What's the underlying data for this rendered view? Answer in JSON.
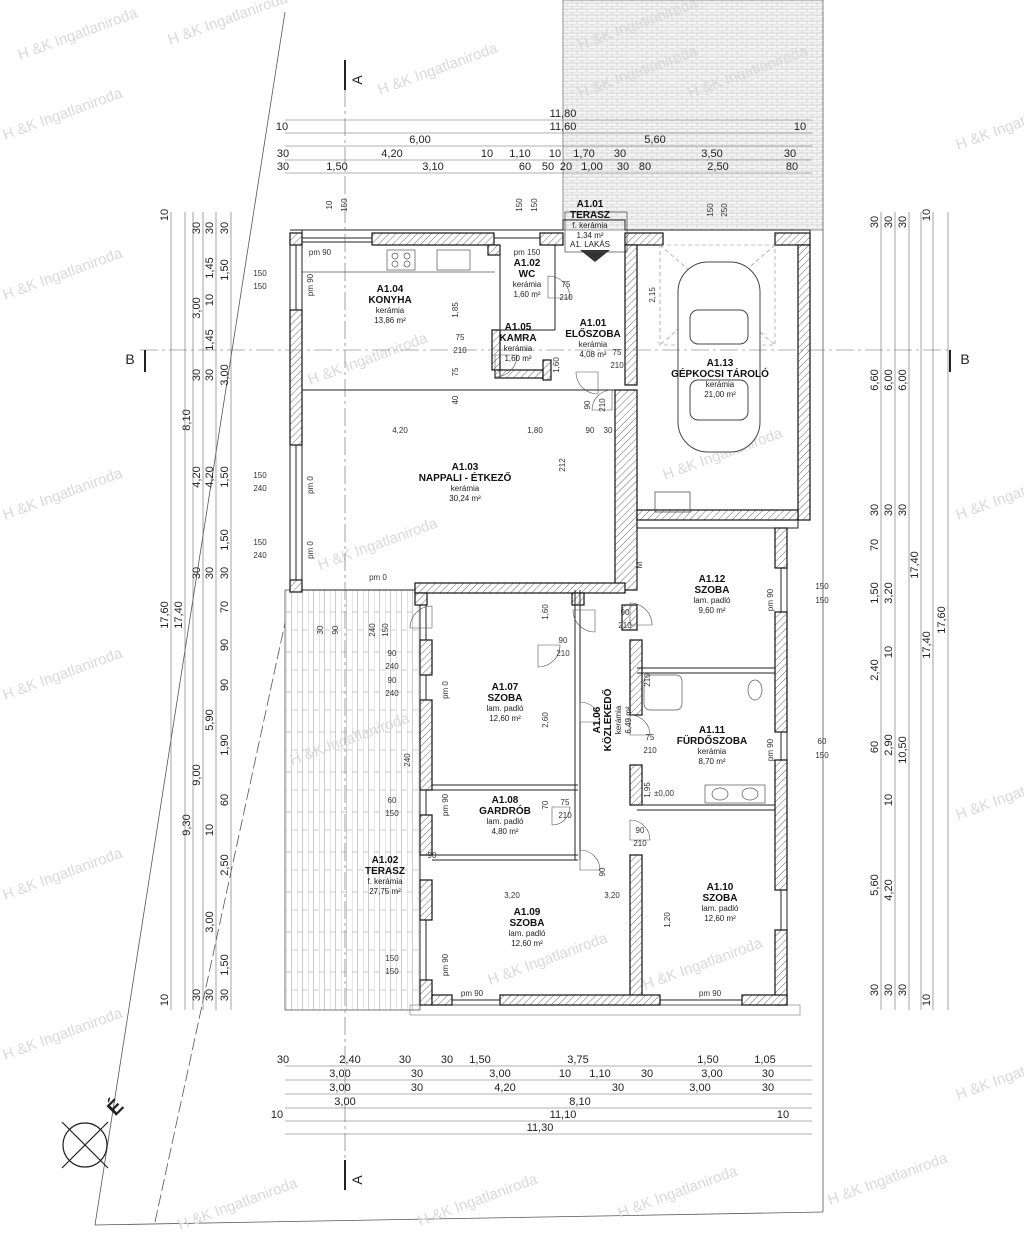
{
  "watermark": "H &K Ingatlaniroda",
  "axes": {
    "a_top": "A",
    "a_bottom": "A",
    "b_left": "B",
    "b_right": "B",
    "north": "É"
  },
  "rooms": [
    {
      "id": "A1.01",
      "name": "TERASZ",
      "floor": "f. kerámia",
      "area": "1,34 m²",
      "note": "A1. LAKÁS"
    },
    {
      "id": "A1.02",
      "name": "WC",
      "floor": "kerámia",
      "area": "1,60 m²"
    },
    {
      "id": "A1.04",
      "name": "KONYHA",
      "floor": "kerámia",
      "area": "13,86 m²"
    },
    {
      "id": "A1.05",
      "name": "KAMRA",
      "floor": "kerámia",
      "area": "1,60 m²"
    },
    {
      "id": "A1.01",
      "name": "ELŐSZOBA",
      "floor": "kerámia",
      "area": "4,08 m²"
    },
    {
      "id": "A1.13",
      "name": "GÉPKOCSI TÁROLÓ",
      "floor": "kerámia",
      "area": "21,00 m²"
    },
    {
      "id": "A1.03",
      "name": "NAPPALI - ÉTKEZŐ",
      "floor": "kerámia",
      "area": "30,24 m²"
    },
    {
      "id": "A1.12",
      "name": "SZOBA",
      "floor": "lam. padló",
      "area": "9,60 m²"
    },
    {
      "id": "A1.07",
      "name": "SZOBA",
      "floor": "lam. padló",
      "area": "12,60 m²"
    },
    {
      "id": "A1.06",
      "name": "KÖZLEKEDŐ",
      "floor": "kerámia",
      "area": "6,49 m²"
    },
    {
      "id": "A1.11",
      "name": "FÜRDŐSZOBA",
      "floor": "kerámia",
      "area": "8,70 m²"
    },
    {
      "id": "A1.08",
      "name": "GARDRÓB",
      "floor": "lam. padló",
      "area": "4,80 m²"
    },
    {
      "id": "A1.02",
      "name": "TERASZ",
      "floor": "f. kerámia",
      "area": "27,75 m²"
    },
    {
      "id": "A1.09",
      "name": "SZOBA",
      "floor": "lam. padló",
      "area": "12,60 m²"
    },
    {
      "id": "A1.10",
      "name": "SZOBA",
      "floor": "lam. padló",
      "area": "12,60 m²"
    }
  ],
  "dimensions": {
    "top": [
      [
        "11,80"
      ],
      [
        "10",
        "11,60",
        "10"
      ],
      [
        "6,00",
        "5,60"
      ],
      [
        "30",
        "4,20",
        "10",
        "1,10",
        "10",
        "1,70",
        "30",
        "3,50",
        "30"
      ],
      [
        "30",
        "1,50",
        "3,10",
        "60",
        "50",
        "20",
        "1,00",
        "30",
        "80",
        "2,50",
        "80"
      ]
    ],
    "bottom": [
      [
        "30",
        "2,40",
        "30",
        "30",
        "1,50",
        "3,75",
        "1,50",
        "1,05"
      ],
      [
        "3,00",
        "30",
        "3,00",
        "10",
        "1,10",
        "30",
        "3,00",
        "30"
      ],
      [
        "3,00",
        "30",
        "4,20",
        "30",
        "3,00",
        "30"
      ],
      [
        "3,00",
        "8,10"
      ],
      [
        "10",
        "11,10",
        "10"
      ],
      [
        "11,30"
      ]
    ],
    "left": [
      [
        "10",
        "17,60",
        "10"
      ],
      [
        "17,40"
      ],
      [
        "8,10",
        "9,30"
      ],
      [
        "30",
        "3,00",
        "30",
        "4,20",
        "30",
        "9,00",
        "30"
      ],
      [
        "30",
        "1,45",
        "10",
        "1,45",
        "30",
        "4,20",
        "30",
        "5,90",
        "10",
        "3,00",
        "30"
      ],
      [
        "30",
        "1,50",
        "3,00",
        "1,50",
        "1,50",
        "30",
        "70",
        "90",
        "90",
        "1,90",
        "60",
        "2,50",
        "1,50",
        "30"
      ]
    ],
    "right": [
      [
        "30",
        "6,60",
        "30",
        "70",
        "1,50",
        "2,40",
        "60",
        "5,60",
        "30"
      ],
      [
        "30",
        "6,00",
        "30",
        "3,20",
        "10",
        "2,90",
        "10",
        "4,20",
        "30"
      ],
      [
        "30",
        "6,00",
        "30",
        "10,50",
        "30"
      ],
      [
        "17,40"
      ],
      [
        "10",
        "17,40",
        "10"
      ],
      [
        "17,60"
      ]
    ]
  },
  "annotations": [
    "pm 90",
    "pm 150",
    "pm 90",
    "pm 0",
    "pm 0",
    "pm 0",
    "pm 0",
    "pm 90",
    "pm 90",
    "pm 90",
    "pm 90",
    "pm 90",
    "pm 90",
    "150",
    "150",
    "150",
    "240",
    "150",
    "240",
    "150",
    "150",
    "60",
    "150",
    "150",
    "150",
    "60",
    "150",
    "90",
    "240",
    "90",
    "240",
    "4,20",
    "1,80",
    "90",
    "30",
    "1,85",
    "75",
    "210",
    "75",
    "210",
    "75",
    "210",
    "1,60",
    "2,15",
    "90",
    "210",
    "90",
    "210",
    "90",
    "210",
    "2,60",
    "75",
    "210",
    "90",
    "210",
    "75",
    "210",
    "90",
    "210",
    "1,95",
    "1,20",
    "3,20",
    "3,20",
    "90",
    "10",
    "150",
    "150",
    "150",
    "150",
    "250",
    "212",
    "±0,00",
    "M",
    "1,60",
    "70",
    "75",
    "40",
    "30",
    "90",
    "240",
    "150",
    "240",
    "60"
  ]
}
